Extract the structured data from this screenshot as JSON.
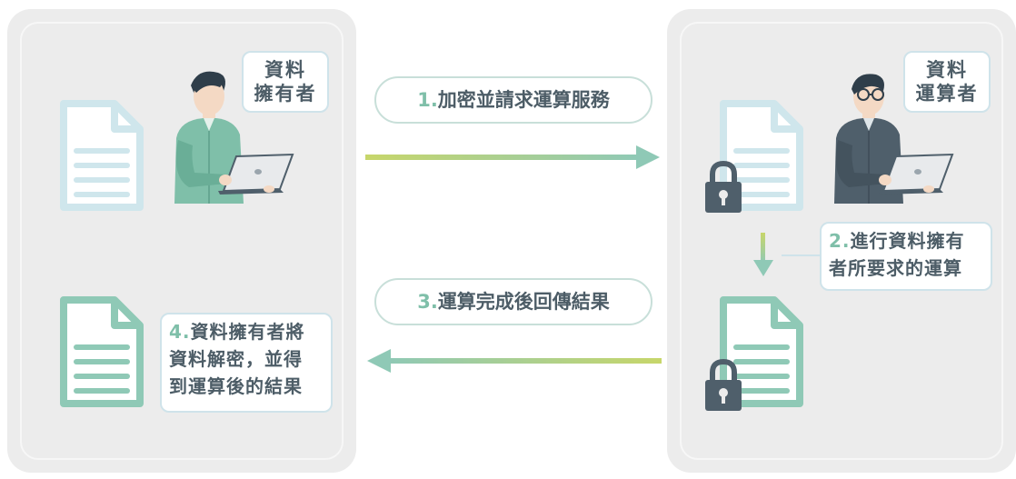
{
  "colors": {
    "panel_bg": "#ececec",
    "doc_light_blue": "#cfe6ec",
    "doc_teal": "#8fc9b6",
    "arrow_start": "#c7d66a",
    "arrow_end": "#8fc9b6",
    "lock": "#4f5f6b",
    "owner_shirt": "#7fbfa9",
    "computer_shirt": "#4f5f6b"
  },
  "owner": {
    "label_line1": "資料",
    "label_line2": "擁有者"
  },
  "computer": {
    "label_line1": "資料",
    "label_line2": "運算者"
  },
  "steps": {
    "step1": {
      "number": "1.",
      "text": "加密並請求運算服務"
    },
    "step2": {
      "number": "2.",
      "line1_text": "進行資料擁有",
      "line2": "者所要求的運算"
    },
    "step3": {
      "number": "3.",
      "text": "運算完成後回傳結果"
    },
    "step4": {
      "number": "4.",
      "line1_text": "資料擁有者將",
      "line2": "資料解密，並得",
      "line3": "到運算後的結果"
    }
  },
  "icons": {
    "document": "document-icon",
    "lock": "lock-icon",
    "person": "person-with-laptop-icon"
  }
}
